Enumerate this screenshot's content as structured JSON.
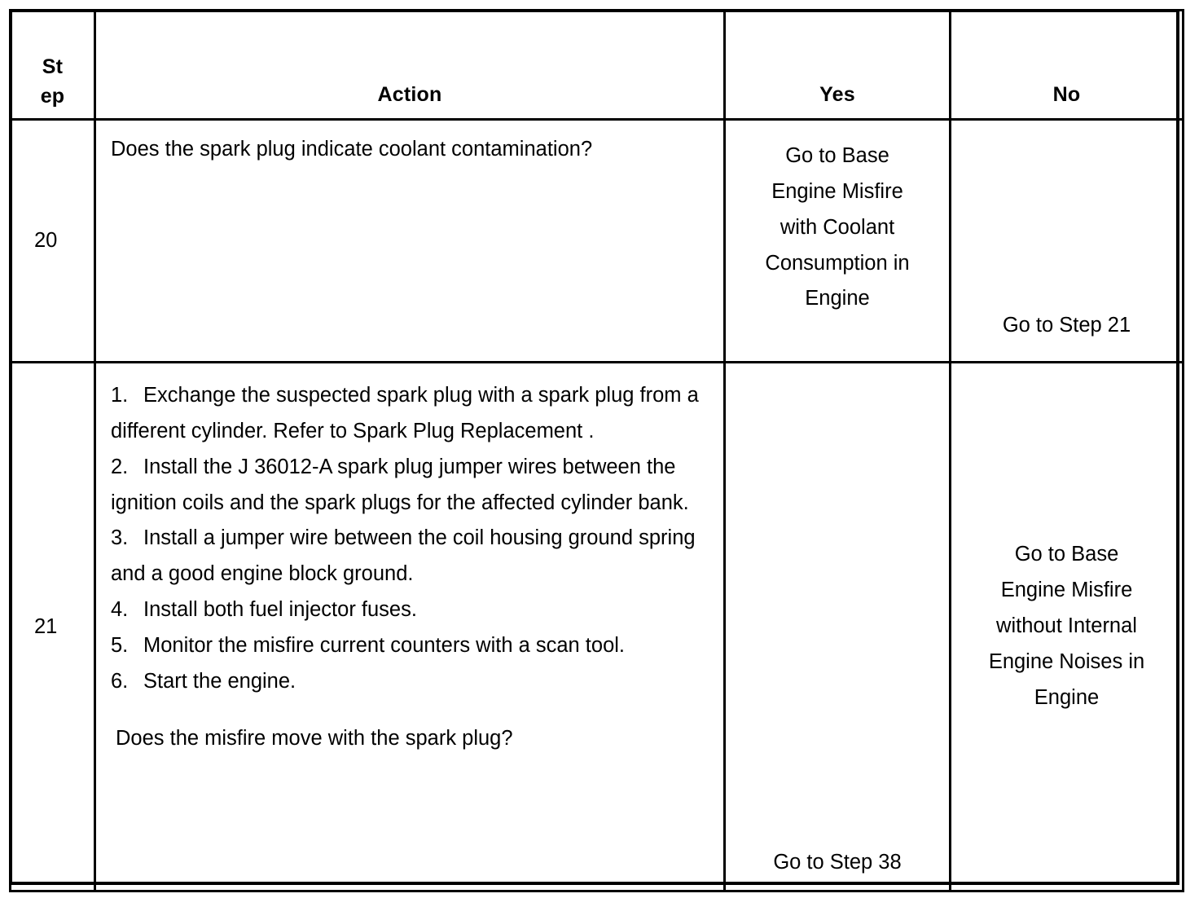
{
  "table": {
    "headers": {
      "step": "St\nep",
      "step_line1": "St",
      "step_line2": "ep",
      "action": "Action",
      "yes": "Yes",
      "no": "No"
    },
    "rows": [
      {
        "step": "20",
        "action_question": "Does the spark plug indicate coolant contamination?",
        "action_items": [],
        "yes": "Go to Base Engine Misfire with Coolant Consumption in Engine",
        "yes_lines": [
          "Go to Base",
          "Engine Misfire",
          "with Coolant",
          "Consumption in",
          "Engine"
        ],
        "no": "Go to Step 21",
        "no_lines": [
          "Go to Step 21"
        ]
      },
      {
        "step": "21",
        "action_items": [
          {
            "num": "1.",
            "text": "Exchange the suspected spark plug with a spark plug from a different cylinder. Refer to Spark Plug Replacement ."
          },
          {
            "num": "2.",
            "text": "Install the J 36012-A spark plug jumper wires between the ignition coils and the spark plugs for the affected cylinder bank."
          },
          {
            "num": "3.",
            "text": "Install a jumper wire between the coil housing ground spring and a good engine block ground."
          },
          {
            "num": "4.",
            "text": "Install both fuel injector fuses."
          },
          {
            "num": "5.",
            "text": "Monitor the misfire current counters with a scan tool."
          },
          {
            "num": "6.",
            "text": "Start the engine."
          }
        ],
        "action_question": "Does the misfire move with the spark plug?",
        "yes": "Go to Step 38",
        "yes_lines": [
          "Go to Step 38"
        ],
        "no": "Go to Base Engine Misfire without Internal Engine Noises in Engine",
        "no_lines": [
          "Go to Base",
          "Engine Misfire",
          "without Internal",
          "Engine Noises in",
          "Engine"
        ]
      }
    ]
  },
  "colors": {
    "border": "#000000",
    "text": "#000000",
    "background": "#ffffff"
  }
}
